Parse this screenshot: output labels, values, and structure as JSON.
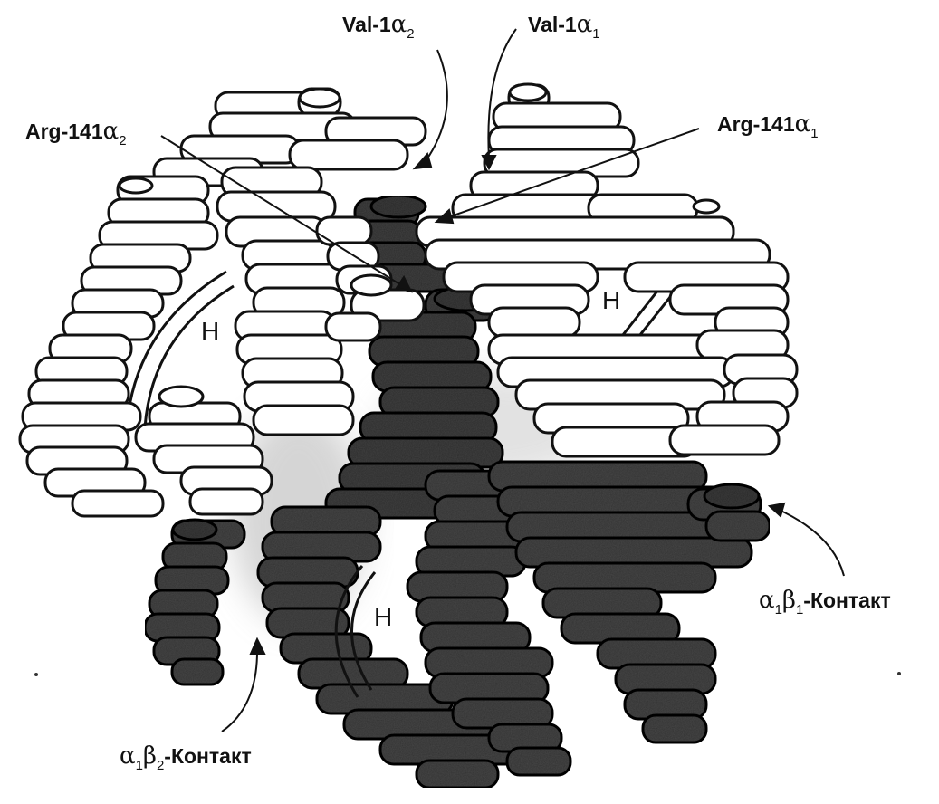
{
  "labels": {
    "val1_alpha2": {
      "prefix": "Val-1",
      "greek": "α",
      "sub": "2"
    },
    "val1_alpha1": {
      "prefix": "Val-1",
      "greek": "α",
      "sub": "1"
    },
    "arg141_alpha2": {
      "prefix": "Arg-141",
      "greek": "α",
      "sub": "2"
    },
    "arg141_alpha1": {
      "prefix": "Arg-141",
      "greek": "α",
      "sub": "1"
    },
    "contact_a1b1": {
      "greek1": "α",
      "sub1": "1",
      "greek2": "β",
      "sub2": "1",
      "suffix": "-Контакт"
    },
    "contact_a1b2": {
      "greek1": "α",
      "sub1": "1",
      "greek2": "β",
      "sub2": "2",
      "suffix": "-Контакт"
    }
  },
  "heme_labels": {
    "left": "H",
    "right": "H",
    "bottom": "H"
  },
  "colors": {
    "alpha_fill": "#ffffff",
    "beta_fill": "#4a4a4a",
    "outline": "#111111",
    "contact_shade": "#b9b9b9"
  }
}
